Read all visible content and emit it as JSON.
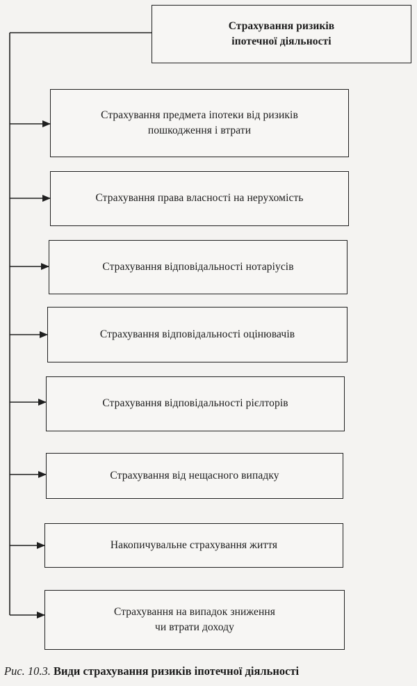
{
  "diagram": {
    "root": {
      "label": "Страхування ризиків\nіпотечної діяльності"
    },
    "items": [
      {
        "label": "Страхування предмета іпотеки від ризиків\nпошкодження і втрати"
      },
      {
        "label": "Страхування права власності на нерухомість"
      },
      {
        "label": "Страхування відповідальності нотаріусів"
      },
      {
        "label": "Страхування відповідальності оцінювачів"
      },
      {
        "label": "Страхування відповідальності рієлторів"
      },
      {
        "label": "Страхування від нещасного випадку"
      },
      {
        "label": "Накопичувальне страхування життя"
      },
      {
        "label": "Страхування на випадок зниження\nчи втрати доходу"
      }
    ]
  },
  "caption": {
    "prefix": "Рис. 10.3.",
    "title": "Види страхування ризиків іпотечної діяльності"
  },
  "colors": {
    "line": "#1f1f1f",
    "background": "#f4f3f1"
  }
}
